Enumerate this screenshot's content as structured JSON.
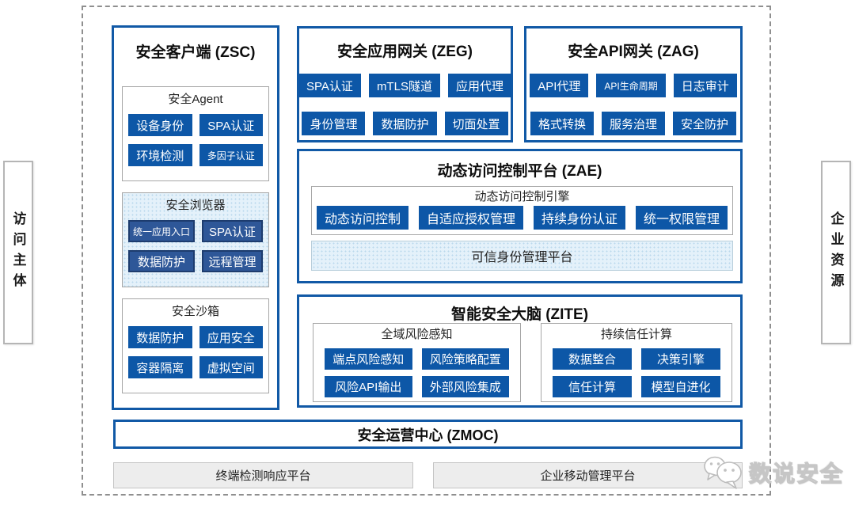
{
  "frame": {
    "left_label": "访问主体",
    "right_label": "企业资源"
  },
  "colors": {
    "primary_blue": "#1159a6",
    "chip_blue": "#0d57a7",
    "browser_chip_blue": "#2e5798",
    "dotted_light_blue": "#e4f1fa",
    "gray_border": "#a6a6a6",
    "gray_bar_bg": "#ededed"
  },
  "zsc": {
    "title": "安全客户端 (ZSC)",
    "groups": [
      {
        "title": "安全Agent",
        "buttons": [
          "设备身份",
          "SPA认证",
          "环境检测",
          "多因子认证"
        ]
      },
      {
        "title": "安全浏览器",
        "buttons": [
          "统一应用入口",
          "SPA认证",
          "数据防护",
          "远程管理"
        ]
      },
      {
        "title": "安全沙箱",
        "buttons": [
          "数据防护",
          "应用安全",
          "容器隔离",
          "虚拟空间"
        ]
      }
    ]
  },
  "zeg": {
    "title": "安全应用网关 (ZEG)",
    "buttons": [
      "SPA认证",
      "mTLS隧道",
      "应用代理",
      "身份管理",
      "数据防护",
      "切面处置"
    ]
  },
  "zag": {
    "title": "安全API网关 (ZAG)",
    "buttons": [
      "API代理",
      "API生命周期",
      "日志审计",
      "格式转换",
      "服务治理",
      "安全防护"
    ]
  },
  "zae": {
    "title": "动态访问控制平台 (ZAE)",
    "engine": {
      "title": "动态访问控制引擎",
      "buttons": [
        "动态访问控制",
        "自适应授权管理",
        "持续身份认证",
        "统一权限管理"
      ]
    },
    "trust_platform": "可信身份管理平台"
  },
  "zite": {
    "title": "智能安全大脑 (ZITE)",
    "groups": [
      {
        "title": "全域风险感知",
        "buttons": [
          "端点风险感知",
          "风险策略配置",
          "风险API输出",
          "外部风险集成"
        ]
      },
      {
        "title": "持续信任计算",
        "buttons": [
          "数据整合",
          "决策引擎",
          "信任计算",
          "模型自进化"
        ]
      }
    ]
  },
  "zmoc": {
    "title": "安全运营中心 (ZMOC)"
  },
  "bottom_bars": [
    "终端检测响应平台",
    "企业移动管理平台"
  ],
  "watermark": {
    "text": "数说安全",
    "icon": "chat-bubbles-icon"
  }
}
